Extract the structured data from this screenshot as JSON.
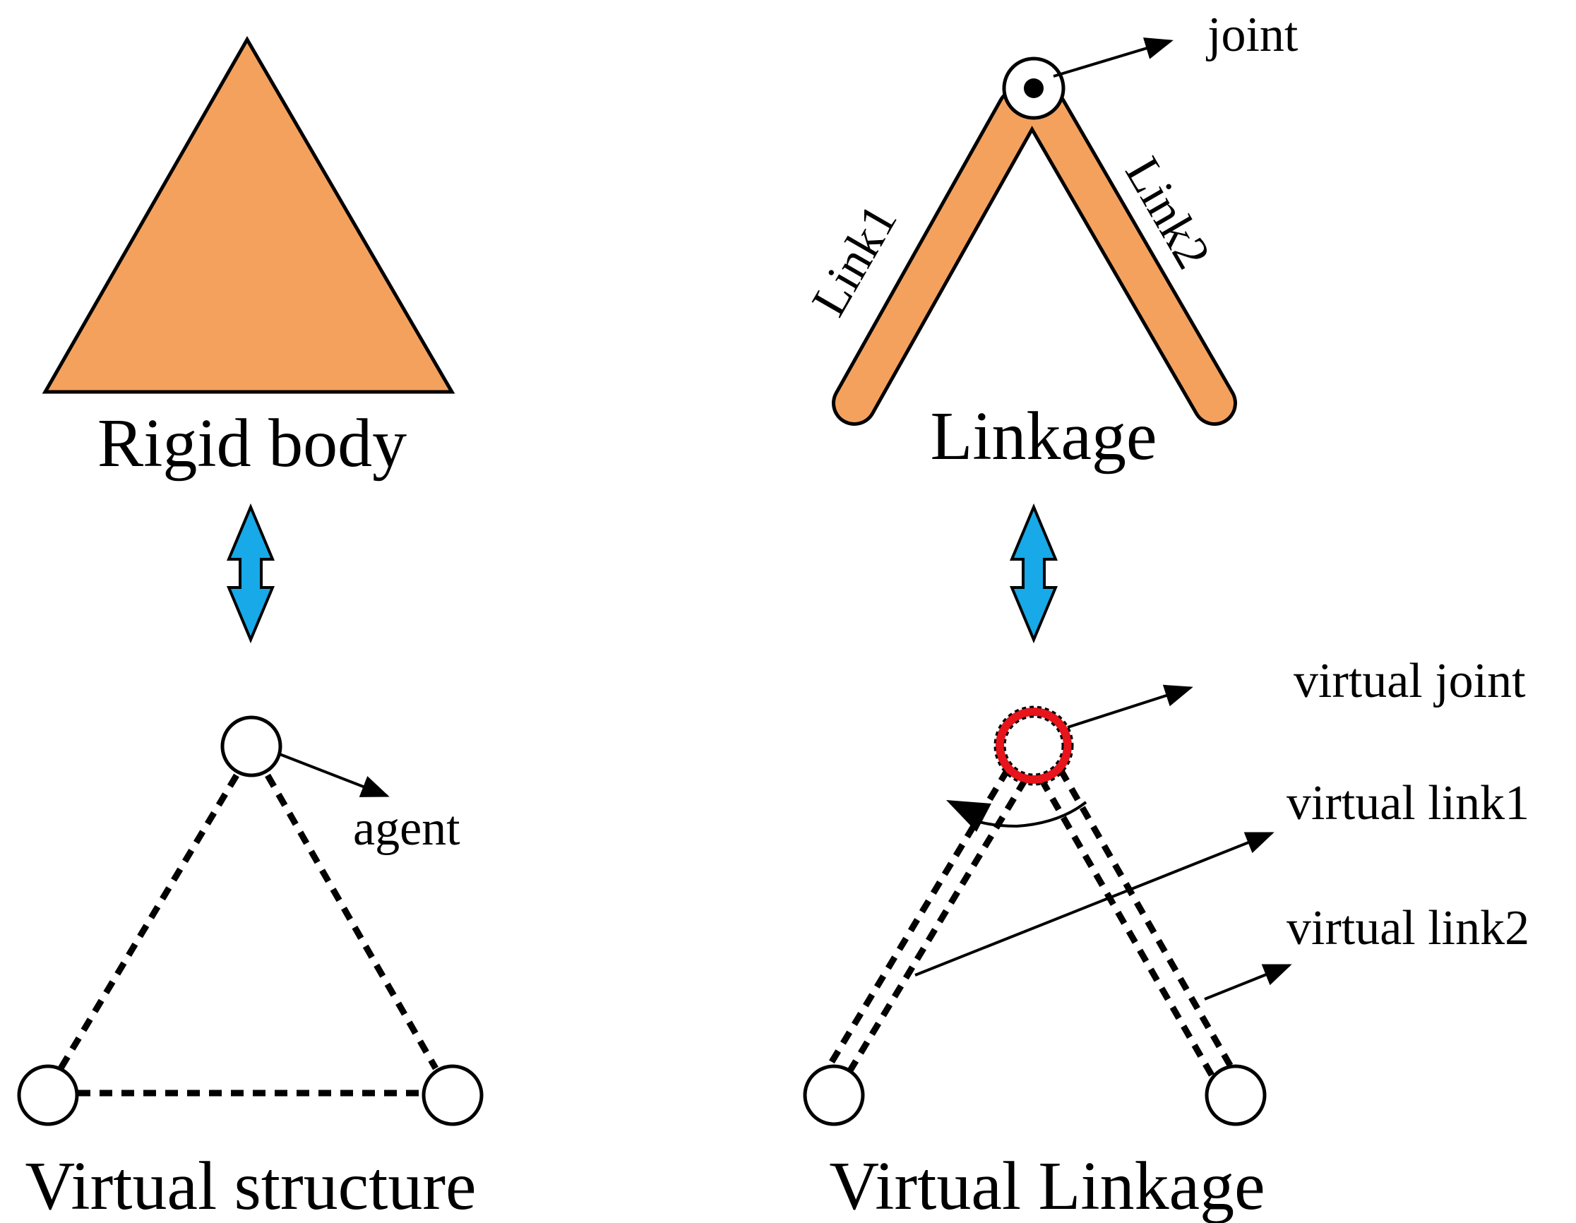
{
  "colors": {
    "body_fill": "#F4A15E",
    "arrow_fill": "#17A9E8",
    "joint_ring": "#E8141B",
    "stroke": "#000000",
    "background": "#FFFFFF"
  },
  "panels": {
    "rigid_body": {
      "caption": "Rigid body"
    },
    "linkage": {
      "caption": "Linkage",
      "joint_label": "joint",
      "link1_label": "Link1",
      "link2_label": "Link2"
    },
    "virtual_structure": {
      "caption": "Virtual structure",
      "agent_label": "agent"
    },
    "virtual_linkage": {
      "caption": "Virtual Linkage",
      "virtual_joint_label": "virtual joint",
      "virtual_link1_label": "virtual link1",
      "virtual_link2_label": "virtual link2"
    }
  },
  "icons": {
    "double_arrow_left": "vertical-double-arrow",
    "double_arrow_right": "vertical-double-arrow"
  }
}
